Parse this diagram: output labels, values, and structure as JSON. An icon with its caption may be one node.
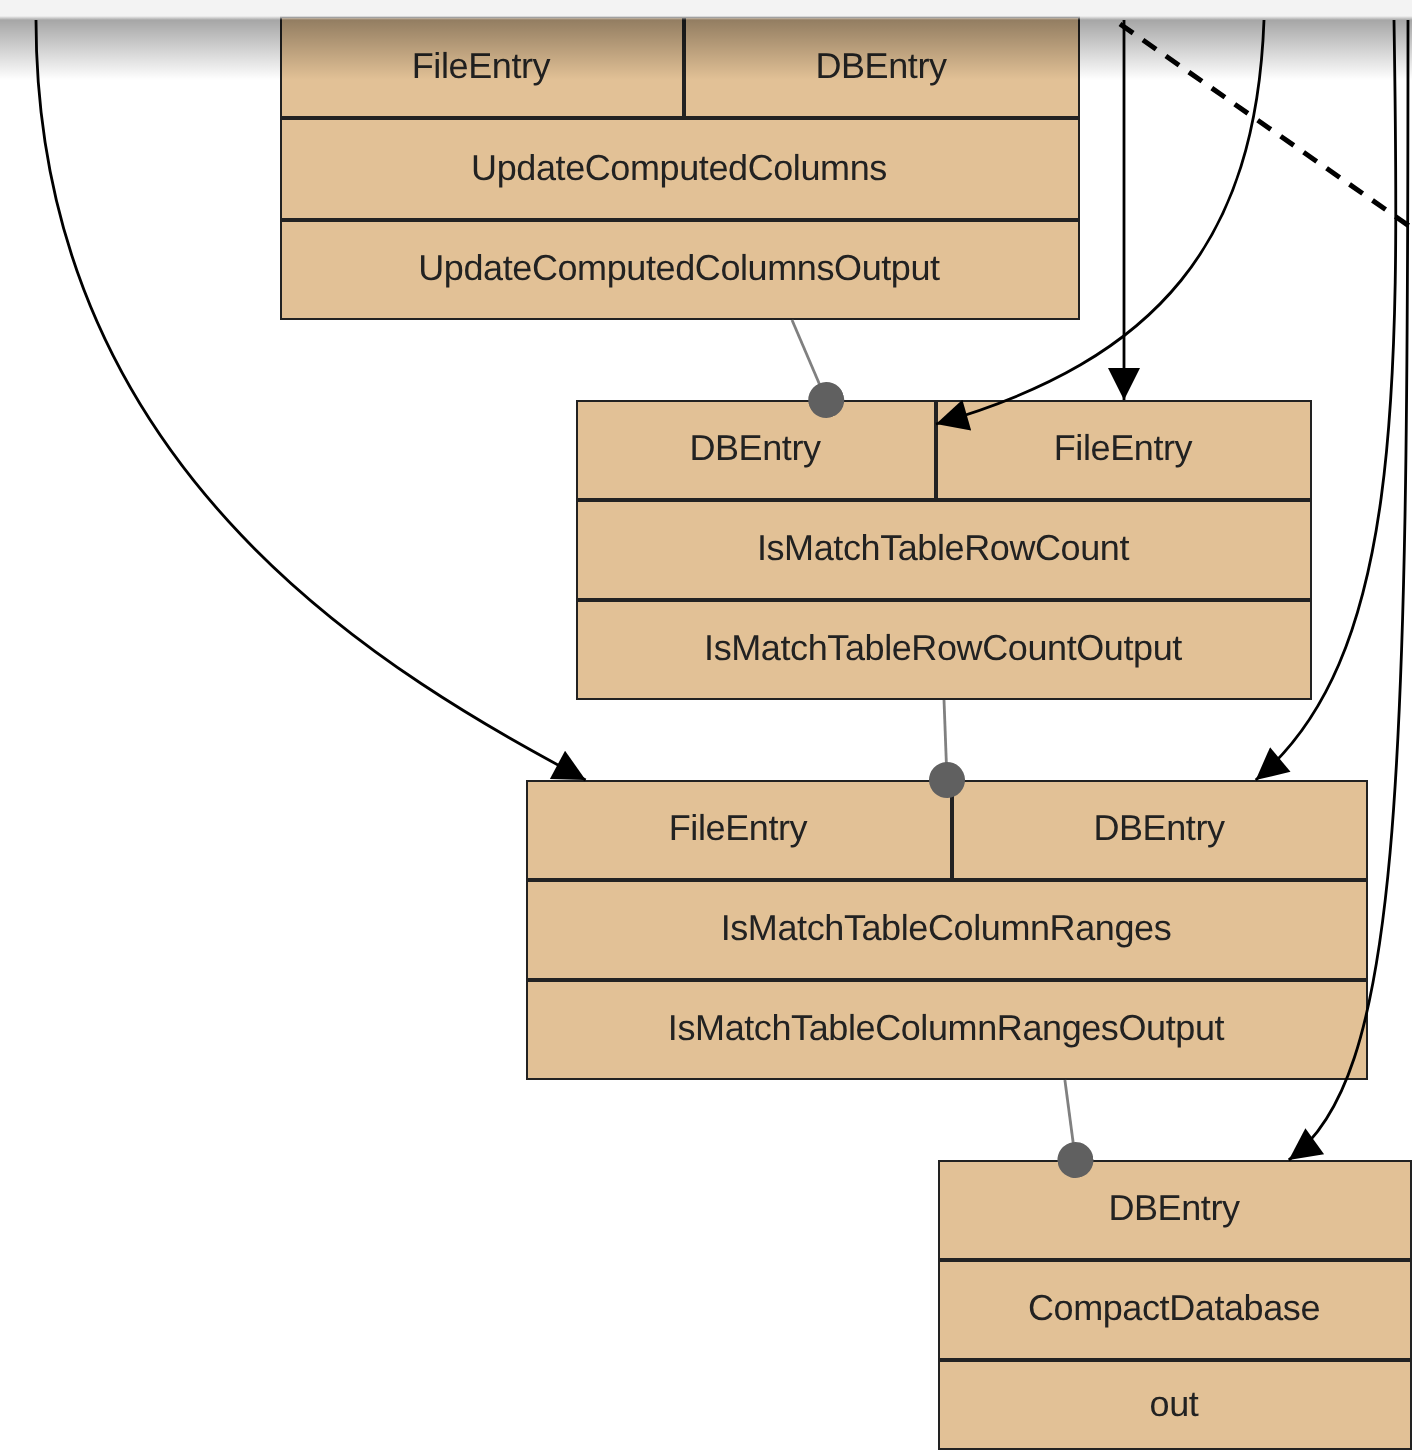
{
  "diagram": {
    "nodes": [
      {
        "text": [],
        "shape": "box"
      },
      {
        "text": [
          "FileEntry"
        ],
        "in": 0
      },
      {
        "text": [
          "DBEntry"
        ],
        "in": 0
      },
      {
        "text": [
          "UpdateComputedColumns"
        ],
        "in": 0
      },
      {
        "text": [
          "UpdateComputedColumnsOutput"
        ],
        "in": 0
      },
      {
        "text": [],
        "shape": "box"
      },
      {
        "text": [
          "DBEntry"
        ],
        "in": 5
      },
      {
        "text": [
          "FileEntry"
        ],
        "in": 5
      },
      {
        "text": [
          "IsMatchTableRowCount"
        ],
        "in": 5
      },
      {
        "text": [
          "IsMatchTableRowCountOutput"
        ],
        "in": 5
      },
      {
        "text": [],
        "shape": "box"
      },
      {
        "text": [
          "FileEntry"
        ],
        "in": 10
      },
      {
        "text": [
          "DBEntry"
        ],
        "in": 10
      },
      {
        "text": [
          "IsMatchTableColumnRanges"
        ],
        "in": 10
      },
      {
        "text": [
          "IsMatchTableColumnRangesOutput"
        ],
        "in": 10
      },
      {
        "text": [],
        "shape": "box"
      },
      {
        "text": [
          "DBEntry"
        ],
        "in": 15
      },
      {
        "text": [
          "CompactDatabase"
        ],
        "in": 15
      },
      {
        "text": [
          "out"
        ],
        "in": 15
      }
    ],
    "edges": [
      {
        "from": 4,
        "to": 5,
        "arrow": "other",
        "color": "#808080"
      },
      {
        "from": 9,
        "to": 10,
        "arrow": "other",
        "color": "#808080"
      },
      {
        "from": 14,
        "to": 15,
        "arrow": "other",
        "color": "#808080"
      },
      {
        "from": null,
        "to": 6,
        "arrow": "to"
      },
      {
        "from": null,
        "to": 7,
        "arrow": "to"
      },
      {
        "from": null,
        "to": 11,
        "arrow": "to"
      },
      {
        "from": null,
        "to": 12,
        "arrow": "to"
      },
      {
        "from": null,
        "to": 16,
        "arrow": "to"
      }
    ]
  }
}
